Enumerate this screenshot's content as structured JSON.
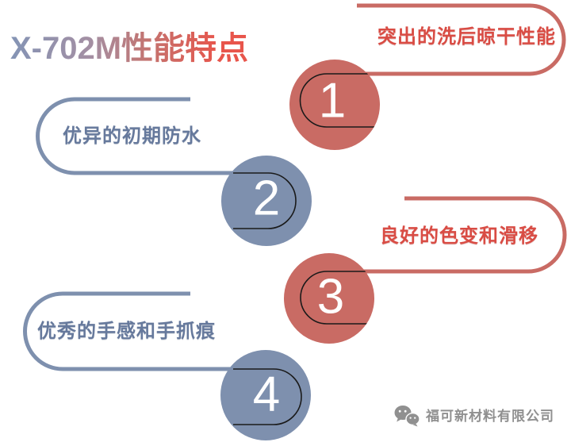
{
  "title": {
    "text": "X-702M性能特点",
    "gradient_start": "#8494B5",
    "gradient_end": "#E8554B"
  },
  "features": [
    {
      "number": "1",
      "label": "突出的洗后晾干性能",
      "theme": "red",
      "side": "right"
    },
    {
      "number": "2",
      "label": "优异的初期防水",
      "theme": "blue",
      "side": "left"
    },
    {
      "number": "3",
      "label": "良好的色变和滑移",
      "theme": "red",
      "side": "right"
    },
    {
      "number": "4",
      "label": "优秀的手感和手抓痕",
      "theme": "blue",
      "side": "left"
    }
  ],
  "footer": {
    "company": "福可新材料有限公司",
    "icon": "wechat-icon"
  },
  "colors": {
    "red_shape": "#C96B64",
    "red_label": "#D94C44",
    "blue_shape": "#7E90AE",
    "blue_label": "#66799C",
    "number_capsule_stroke": "#1A1A1A",
    "number_text": "#FFFFFF",
    "watermark_gray": "#909090",
    "background": "#FFFFFF"
  }
}
